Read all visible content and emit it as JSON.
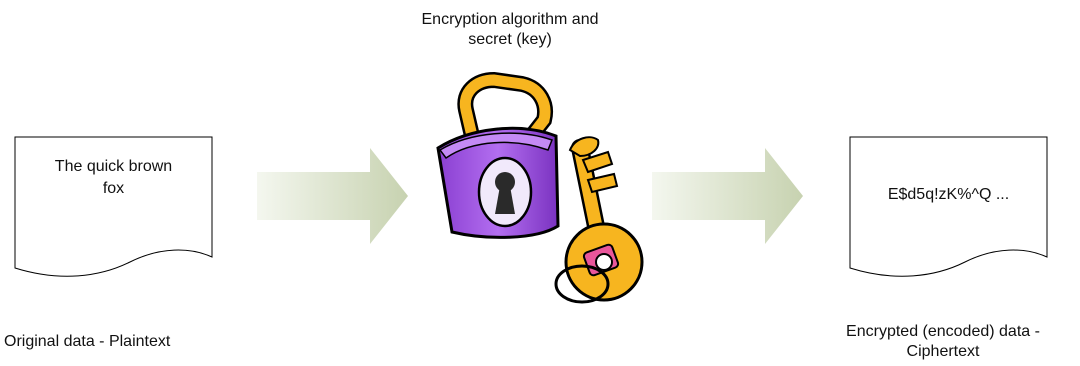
{
  "header_label": {
    "line1": "Encryption algorithm and",
    "line2": "secret (key)"
  },
  "plaintext_doc": {
    "line1": "The quick brown",
    "line2": "fox"
  },
  "ciphertext_doc": {
    "text": "E$d5q!zK%^Q ..."
  },
  "plaintext_caption": "Original data - Plaintext",
  "ciphertext_caption": {
    "line1": "Encrypted (encoded) data -",
    "line2": "Ciphertext"
  },
  "icons": [
    "document-icon",
    "arrow-icon",
    "padlock-icon",
    "key-icon"
  ],
  "colors": {
    "arrow_light": "#f2f6ea",
    "arrow_dark": "#c9d4b3",
    "lock_body": "#9a54d8",
    "lock_shackle": "#f7b51f",
    "key_gold": "#f7b51f"
  }
}
